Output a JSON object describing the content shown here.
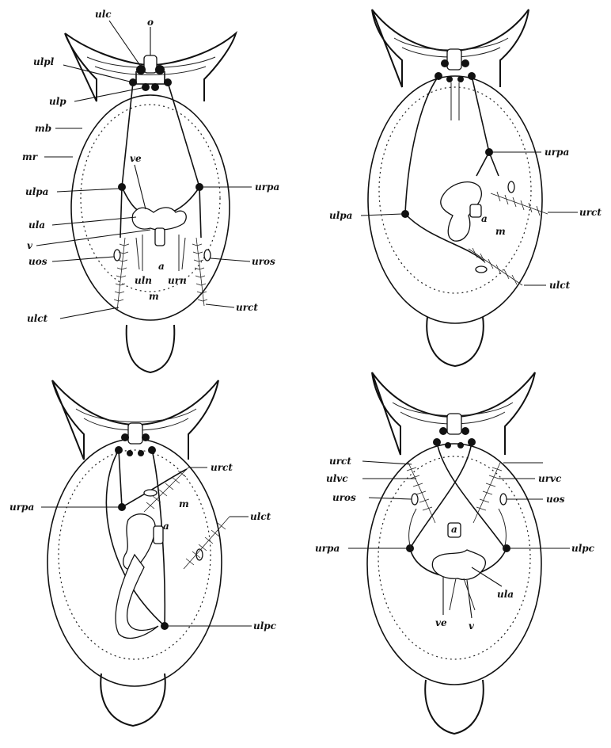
{
  "figures": [
    {
      "labels": {
        "ulc": "ulc",
        "o": "o",
        "ulpl": "ulpl",
        "ulp": "ulp",
        "mb": "mb",
        "mr": "mr",
        "ve": "ve",
        "ulpa": "ulpa",
        "urpa": "urpa",
        "ula": "ula",
        "v": "v",
        "uos": "uos",
        "uros": "uros",
        "a": "a",
        "uln": "uln",
        "urn": "urn",
        "m": "m",
        "ulct": "ulct",
        "urct": "urct"
      }
    },
    {
      "labels": {
        "urpa": "urpa",
        "urct": "urct",
        "ulpa": "ulpa",
        "a": "a",
        "m": "m",
        "ulct": "ulct"
      }
    },
    {
      "labels": {
        "urct": "urct",
        "urpa": "urpa",
        "m": "m",
        "ulct": "ulct",
        "a": "a",
        "ulpc": "ulpc"
      }
    },
    {
      "labels": {
        "urct": "urct",
        "ulvc": "ulvc",
        "uros": "uros",
        "urvc": "urvc",
        "uos": "uos",
        "a": "a",
        "urpa": "urpa",
        "ulpc": "ulpc",
        "ula": "ula",
        "ve": "ve",
        "v": "v"
      }
    }
  ]
}
